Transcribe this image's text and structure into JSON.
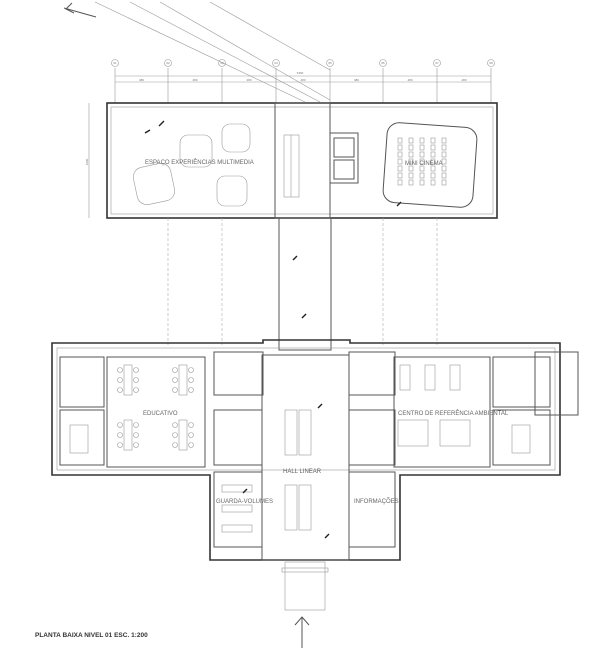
{
  "plan_title": "PLANTA BAIXA NIVEL 01 ESC. 1:200",
  "grid_labels": [
    "01",
    "02",
    "03",
    "04",
    "05",
    "06",
    "07",
    "08"
  ],
  "dimensions": {
    "total": "3360",
    "span": "480",
    "vertical": "1000"
  },
  "rooms": {
    "multimedia": "ESPAÇO EXPERIÊNCIAS MULTIMEDIA",
    "cinema": "MINI CINEMA",
    "educativo": "EDUCATIVO",
    "centro": "CENTRO DE REFERÊNCIA AMBIENTAL",
    "hall": "HALL LINEAR",
    "guarda": "GUARDA-VOLUMES",
    "informacoes": "INFORMAÇÕES"
  }
}
